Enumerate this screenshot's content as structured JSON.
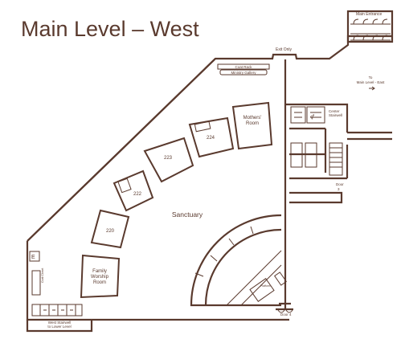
{
  "title": "Main Level – West",
  "labels": {
    "main_entrance": "Main Entrance",
    "exit_only": "Exit Only",
    "coat_rack": "Coat Rack",
    "ministry_gallery": "Ministry Gallery",
    "to_main_east_line1": "To",
    "to_main_east_line2": "Main Level - East",
    "mothers_room_line1": "Mothers'",
    "mothers_room_line2": "Room",
    "room_224": "224",
    "room_223": "223",
    "room_222": "222",
    "room_220": "220",
    "sanctuary": "Sanctuary",
    "family_worship_line1": "Family",
    "family_worship_line2": "Worship",
    "family_worship_line3": "Room",
    "center_stairwell_line1": "Center",
    "center_stairwell_line2": "Stairwell",
    "door_3_line1": "Door",
    "door_3_line2": "3",
    "door_4": "Door 4",
    "west_stairwell_line1": "West Stairwell",
    "west_stairwell_line2": "to Lower Level",
    "elevator_mark": "E"
  },
  "colors": {
    "ink": "#5a3a2e",
    "background": "#ffffff"
  },
  "icons": [
    "arrow-right-icon",
    "restroom-icon",
    "elevator-icon",
    "door-icon"
  ]
}
